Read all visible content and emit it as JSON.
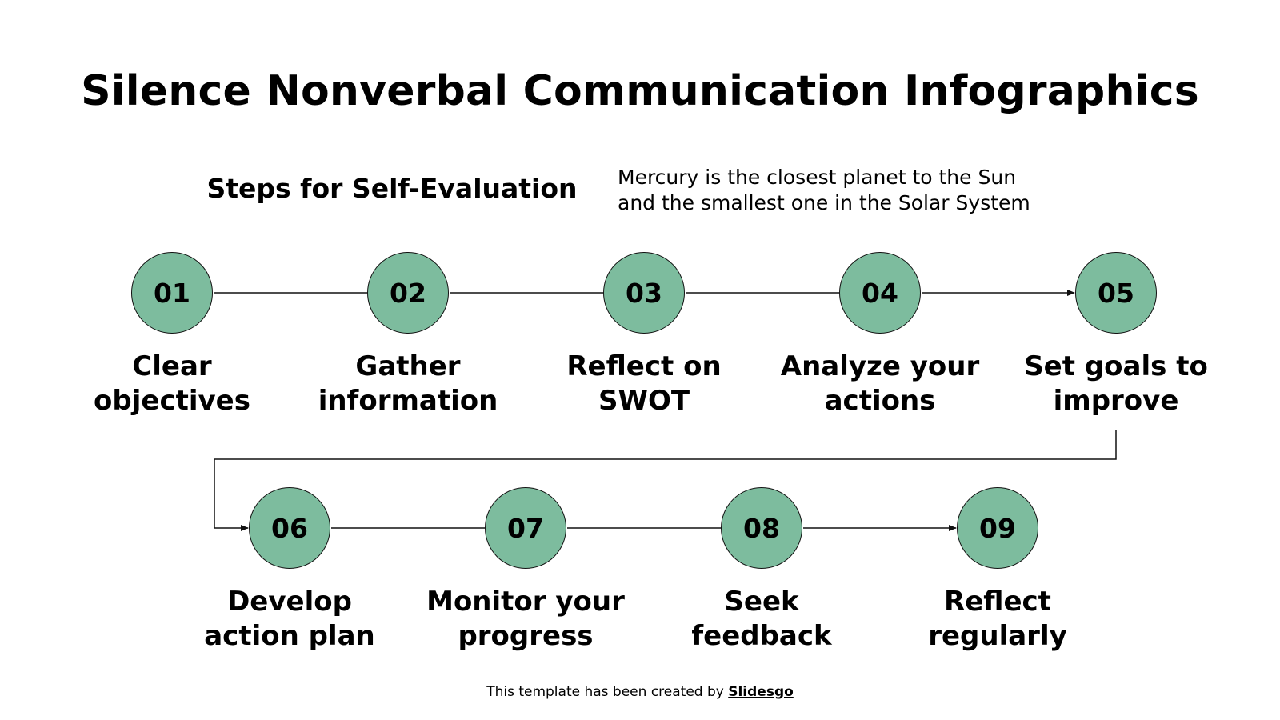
{
  "title": "Silence Nonverbal Communication Infographics",
  "subtitle": "Steps for Self-Evaluation",
  "description": {
    "line1": "Mercury is the closest planet to the Sun",
    "line2": "and the smallest one in the Solar System"
  },
  "colors": {
    "circle_fill": "#7dbc9e",
    "stroke": "#111111",
    "text": "#000000",
    "background": "#ffffff"
  },
  "steps": [
    {
      "number": "01",
      "line1": "Clear",
      "line2": "objectives"
    },
    {
      "number": "02",
      "line1": "Gather",
      "line2": "information"
    },
    {
      "number": "03",
      "line1": "Reflect on",
      "line2": "SWOT"
    },
    {
      "number": "04",
      "line1": "Analyze your",
      "line2": "actions"
    },
    {
      "number": "05",
      "line1": "Set goals to",
      "line2": "improve"
    },
    {
      "number": "06",
      "line1": "Develop",
      "line2": "action plan"
    },
    {
      "number": "07",
      "line1": "Monitor your",
      "line2": "progress"
    },
    {
      "number": "08",
      "line1": "Seek",
      "line2": "feedback"
    },
    {
      "number": "09",
      "line1": "Reflect",
      "line2": "regularly"
    }
  ],
  "footer": {
    "text": "This template has been created by ",
    "link": "Slidesgo"
  }
}
